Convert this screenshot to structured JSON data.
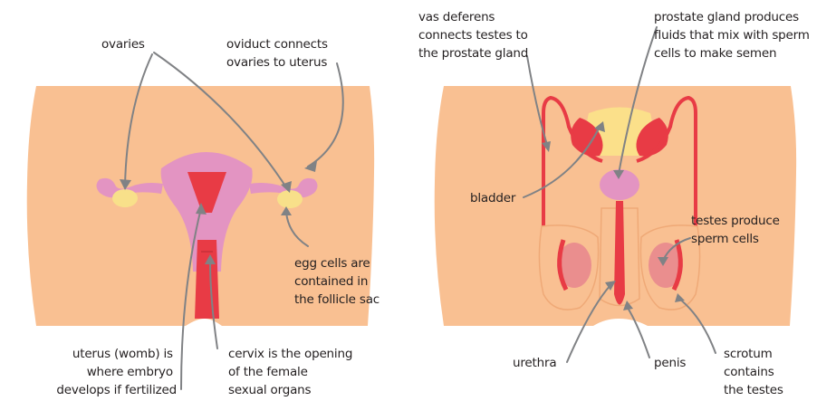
{
  "colors": {
    "background": "#ffffff",
    "skin": "#f9c092",
    "skin_outline": "#efa977",
    "organ_pink": "#e394c2",
    "organ_red": "#e83b45",
    "ovary_yellow": "#f8e08a",
    "bladder_yellow": "#fbe08a",
    "testis_pink": "#ea8e8e",
    "arrow": "#808285",
    "text": "#231f20"
  },
  "female": {
    "labels": {
      "ovaries": "ovaries",
      "oviduct": [
        "oviduct connects",
        "ovaries to uterus"
      ],
      "egg_cells": [
        "egg cells are",
        "contained in",
        "the follicle sac"
      ],
      "uterus": [
        "uterus (womb) is",
        "where embryo",
        "develops if fertilized"
      ],
      "cervix": [
        "cervix is the opening",
        "of the female",
        "sexual organs"
      ]
    }
  },
  "male": {
    "labels": {
      "vas_deferens": [
        "vas deferens",
        "connects testes to",
        "the prostate gland"
      ],
      "prostate": [
        "prostate gland produces",
        "fluids that mix with sperm",
        "cells to make semen"
      ],
      "bladder": "bladder",
      "testes": [
        "testes produce",
        "sperm cells"
      ],
      "urethra": "urethra",
      "penis": "penis",
      "scrotum": [
        "scrotum",
        "contains",
        "the testes"
      ]
    }
  }
}
